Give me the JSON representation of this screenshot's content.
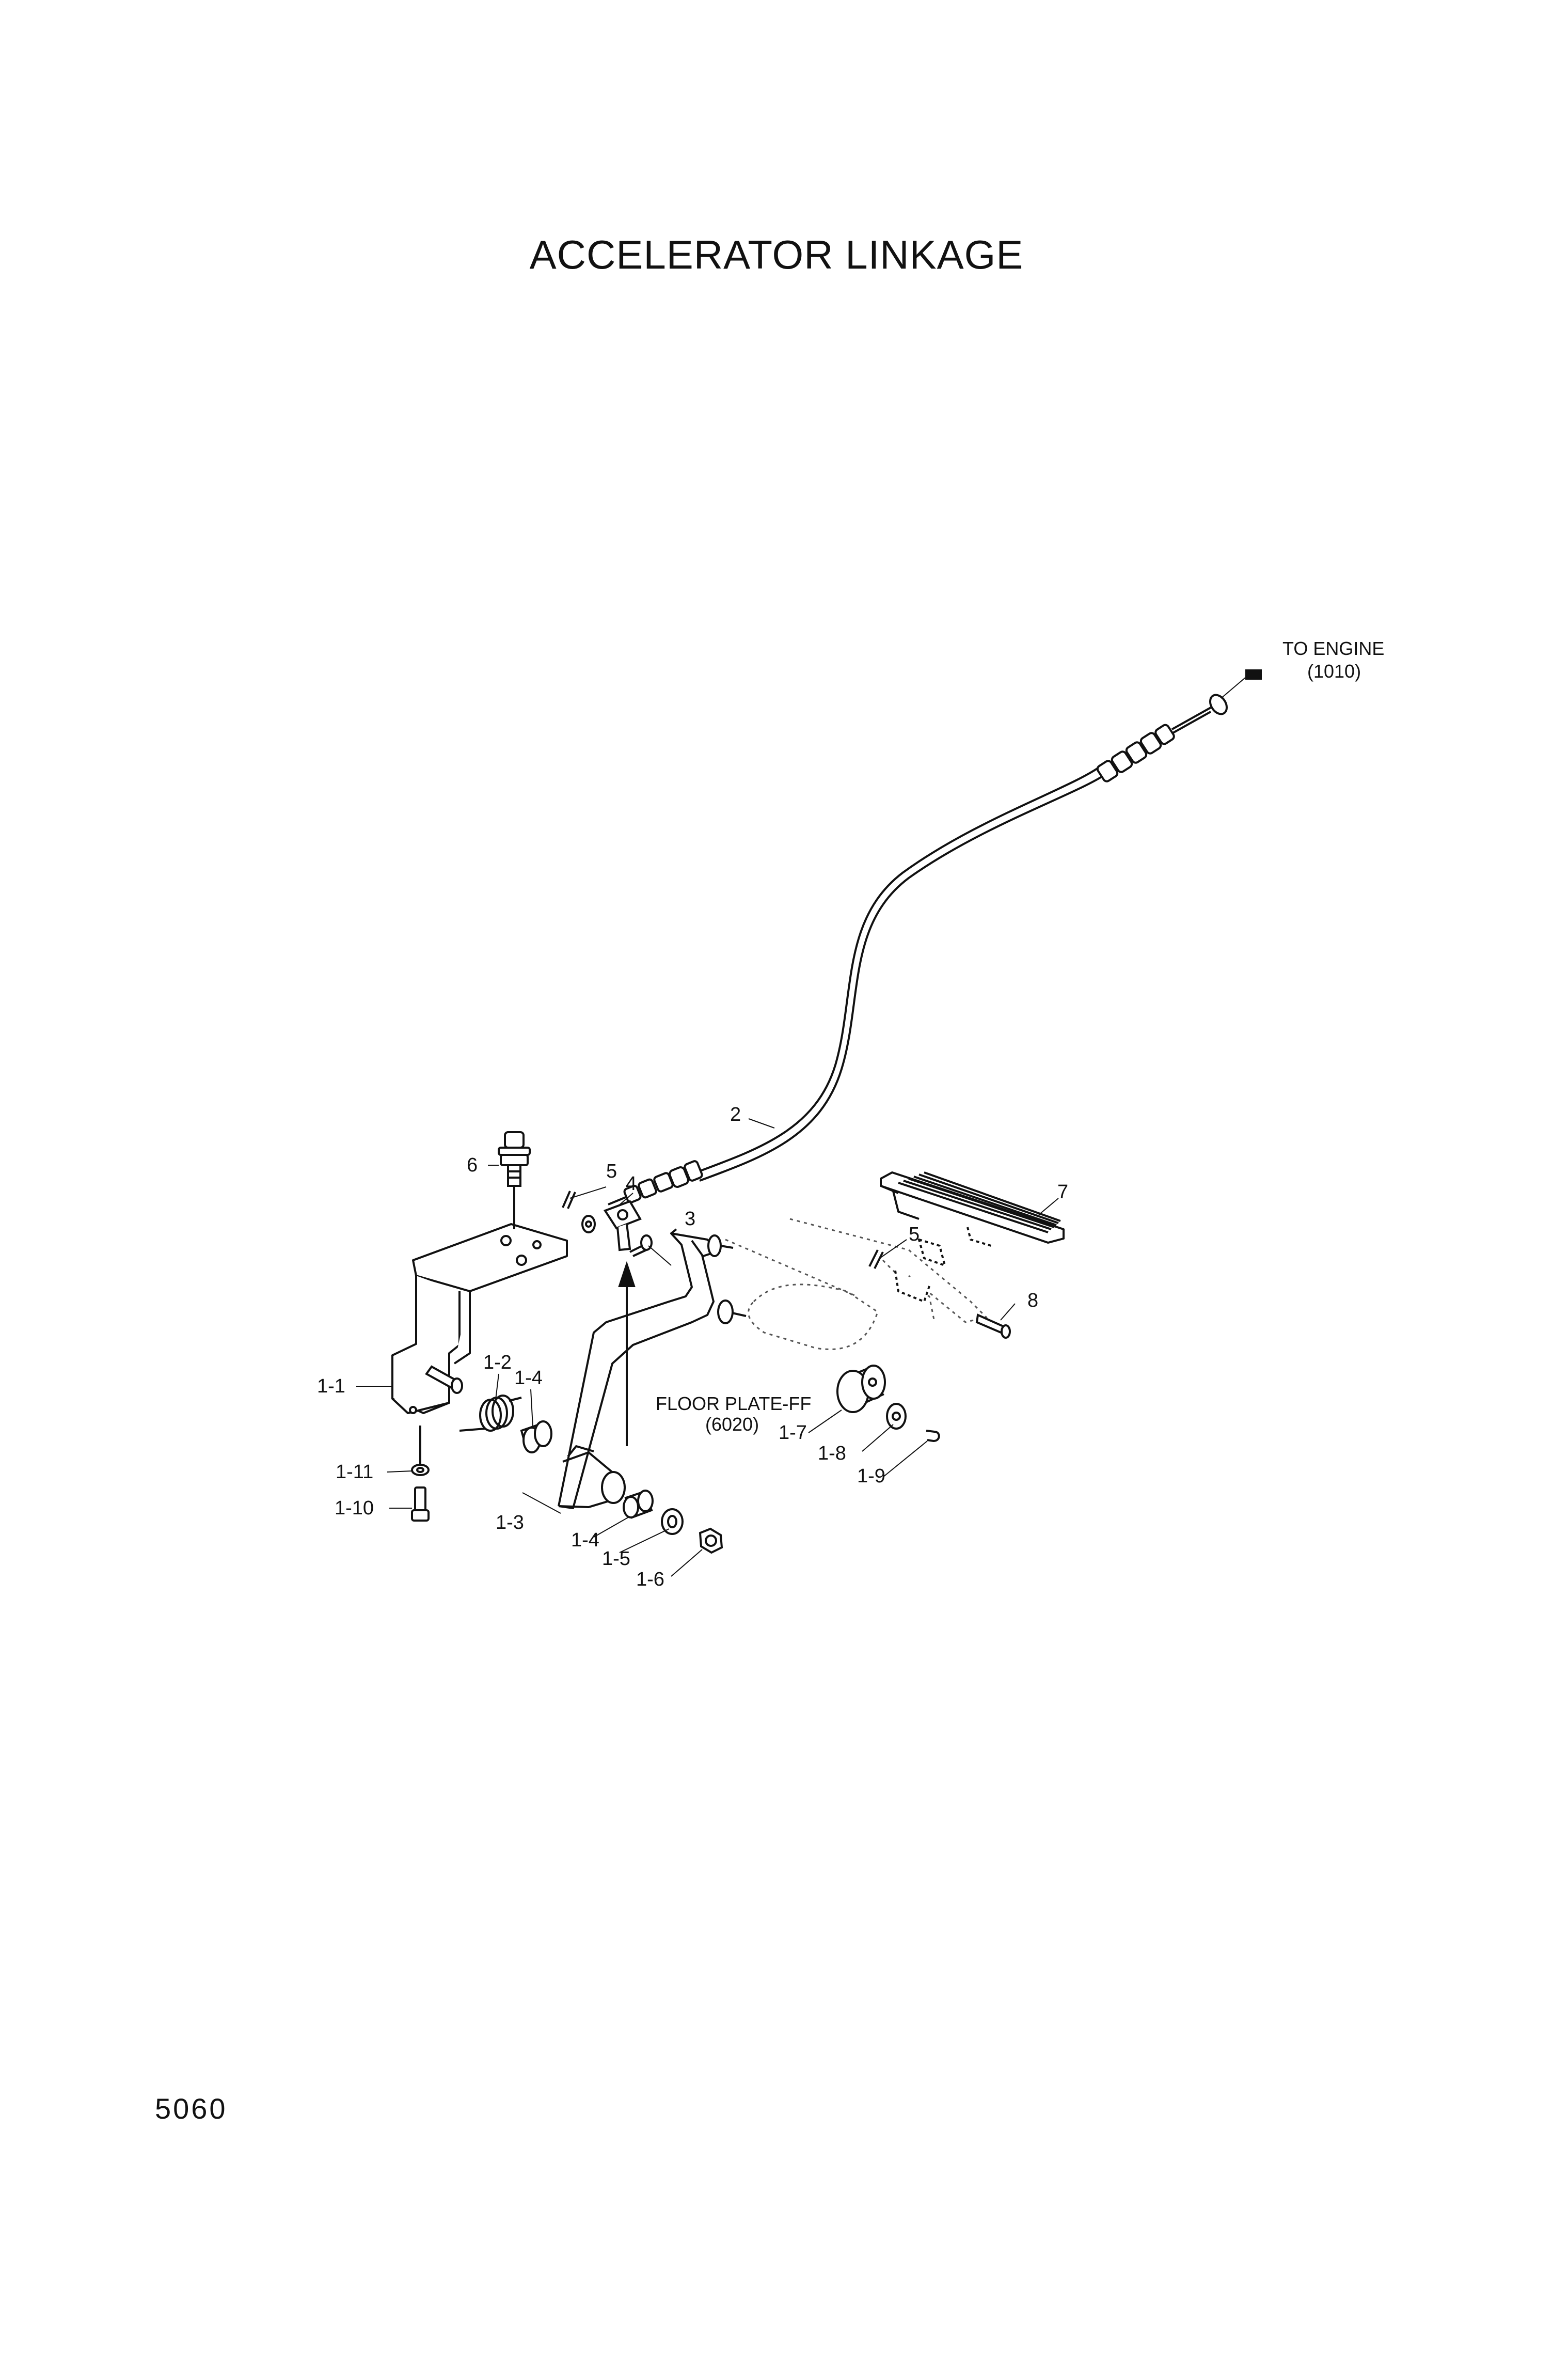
{
  "title": "ACCELERATOR LINKAGE",
  "page_number": "5060",
  "notes": {
    "to_engine_line1": "TO ENGINE",
    "to_engine_line2": "(1010)",
    "floor_plate_line1": "FLOOR PLATE-FF",
    "floor_plate_line2": "(6020)"
  },
  "callouts": {
    "c1_1": "1-1",
    "c1_2": "1-2",
    "c1_3": "1-3",
    "c1_4_upper": "1-4",
    "c1_4_lower": "1-4",
    "c1_5": "1-5",
    "c1_6": "1-6",
    "c1_7": "1-7",
    "c1_8": "1-8",
    "c1_9": "1-9",
    "c1_10": "1-10",
    "c1_11": "1-11",
    "c2": "2",
    "c3": "3",
    "c4": "4",
    "c5_upper": "5",
    "c5_pedal": "5",
    "c6": "6",
    "c7": "7",
    "c8": "8"
  }
}
